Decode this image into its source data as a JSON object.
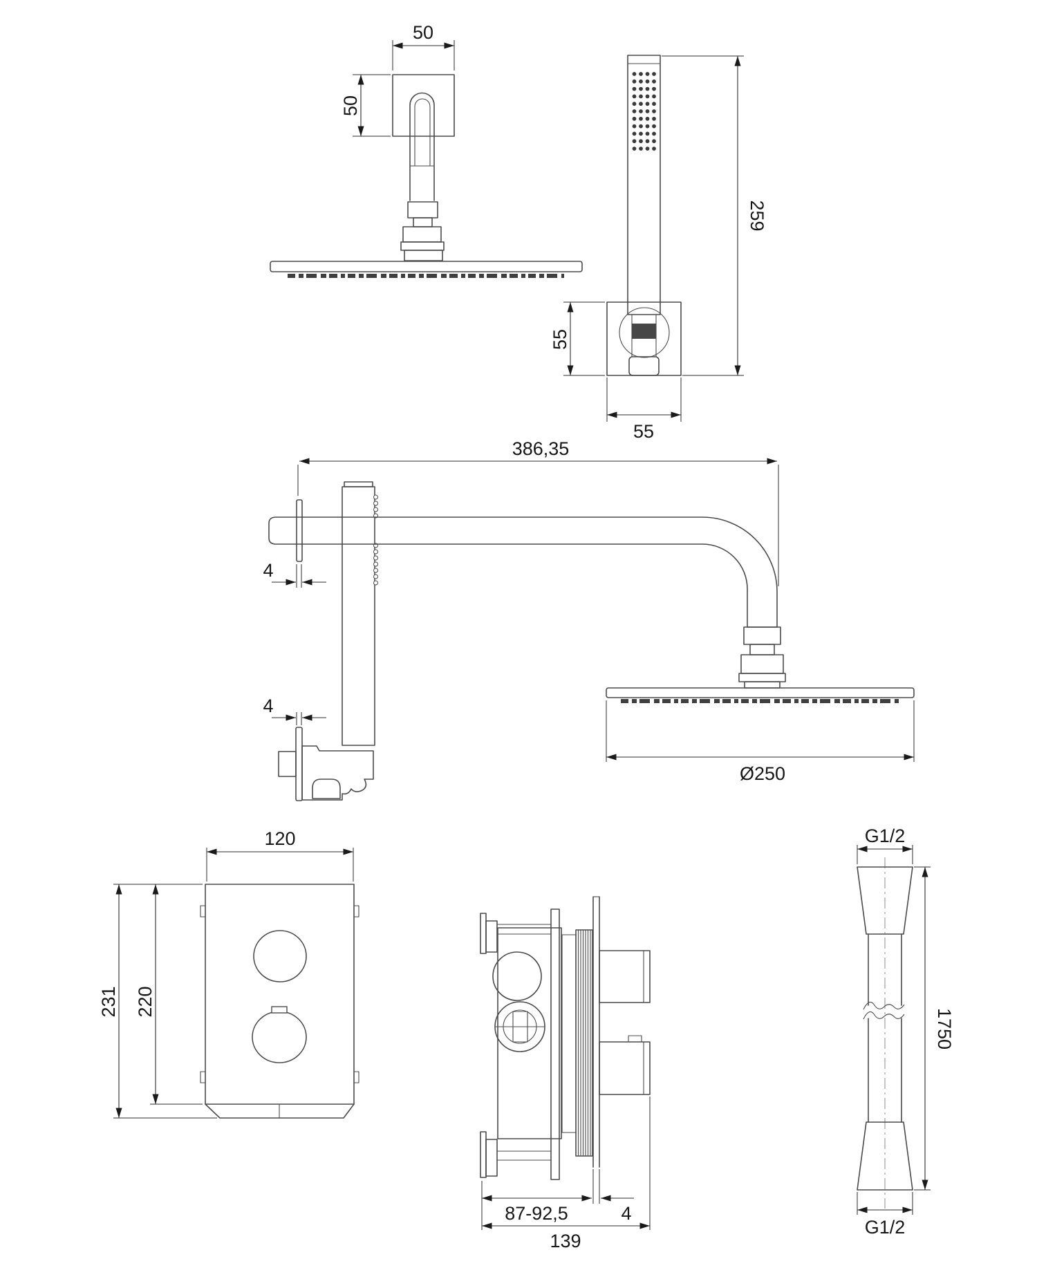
{
  "page": {
    "background": "#ffffff",
    "line_color": "#4a4a4a",
    "dimension_color": "#161616"
  },
  "views": {
    "ceiling_head": {
      "dims": {
        "flange_width": "50",
        "flange_height": "50"
      }
    },
    "hand_shower": {
      "dims": {
        "length": "259",
        "holder_height": "55",
        "holder_width": "55"
      }
    },
    "wall_arm": {
      "dims": {
        "reach": "386,35",
        "plate_thickness_upper": "4",
        "plate_thickness_lower": "4",
        "head_diameter": "Ø250"
      }
    },
    "control_panel": {
      "dims": {
        "width": "120",
        "height_total": "231",
        "height_plate": "220"
      }
    },
    "valve_box": {
      "dims": {
        "recess_depth": "87-92,5",
        "wall_plate": "4",
        "total_depth": "139"
      }
    },
    "hose": {
      "dims": {
        "thread_top": "G1/2",
        "length": "1750",
        "thread_bottom": "G1/2"
      }
    }
  }
}
